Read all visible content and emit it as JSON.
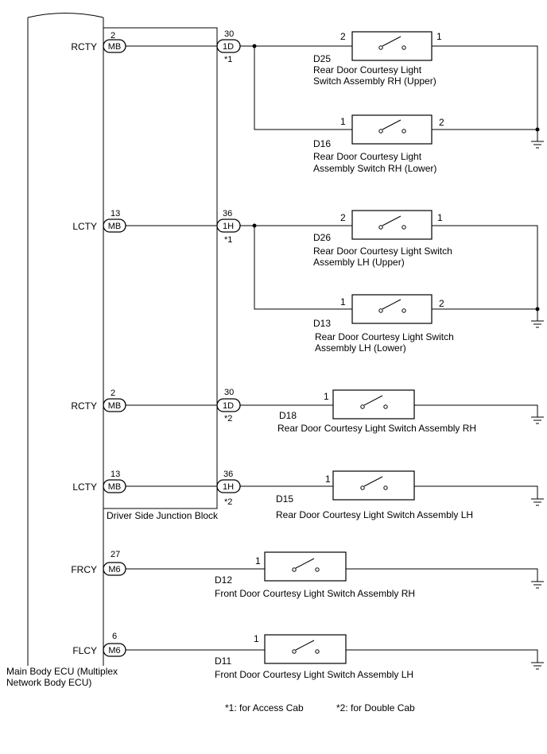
{
  "ecu": {
    "label_line1": "Main Body ECU (Multiplex",
    "label_line2": "Network Body ECU)"
  },
  "junction_block": {
    "label": "Driver Side Junction Block"
  },
  "signals": [
    {
      "name": "RCTY",
      "pin": "2",
      "connector": "MB",
      "jb_pin": "30",
      "jb_connector": "1D",
      "note": "*1"
    },
    {
      "name": "LCTY",
      "pin": "13",
      "connector": "MB",
      "jb_pin": "36",
      "jb_connector": "1H",
      "note": "*1"
    },
    {
      "name": "RCTY",
      "pin": "2",
      "connector": "MB",
      "jb_pin": "30",
      "jb_connector": "1D",
      "note": "*2"
    },
    {
      "name": "LCTY",
      "pin": "13",
      "connector": "MB",
      "jb_pin": "36",
      "jb_connector": "1H",
      "note": "*2"
    },
    {
      "name": "FRCY",
      "pin": "27",
      "connector": "M6"
    },
    {
      "name": "FLCY",
      "pin": "6",
      "connector": "M6"
    }
  ],
  "switches": [
    {
      "code": "D25",
      "name_line1": "Rear Door Courtesy Light",
      "name_line2": "Switch Assembly RH (Upper)",
      "pin_in": "2",
      "pin_out": "1"
    },
    {
      "code": "D16",
      "name_line1": "Rear Door Courtesy Light",
      "name_line2": "Assembly Switch RH (Lower)",
      "pin_in": "1",
      "pin_out": "2"
    },
    {
      "code": "D26",
      "name_line1": "Rear Door Courtesy Light Switch",
      "name_line2": "Assembly LH (Upper)",
      "pin_in": "2",
      "pin_out": "1"
    },
    {
      "code": "D13",
      "name_line1": "Rear Door Courtesy Light Switch",
      "name_line2": "Assembly LH (Lower)",
      "pin_in": "1",
      "pin_out": "2"
    },
    {
      "code": "D18",
      "name_line1": "Rear Door Courtesy Light Switch Assembly RH",
      "pin_in": "1"
    },
    {
      "code": "D15",
      "name_line1": "Rear Door Courtesy Light Switch Assembly LH",
      "pin_in": "1"
    },
    {
      "code": "D12",
      "name_line1": "Front Door Courtesy Light Switch Assembly RH",
      "pin_in": "1"
    },
    {
      "code": "D11",
      "name_line1": "Front Door Courtesy Light Switch Assembly LH",
      "pin_in": "1"
    }
  ],
  "legend": {
    "note1": "*1: for Access Cab",
    "note2": "*2: for Double Cab"
  }
}
